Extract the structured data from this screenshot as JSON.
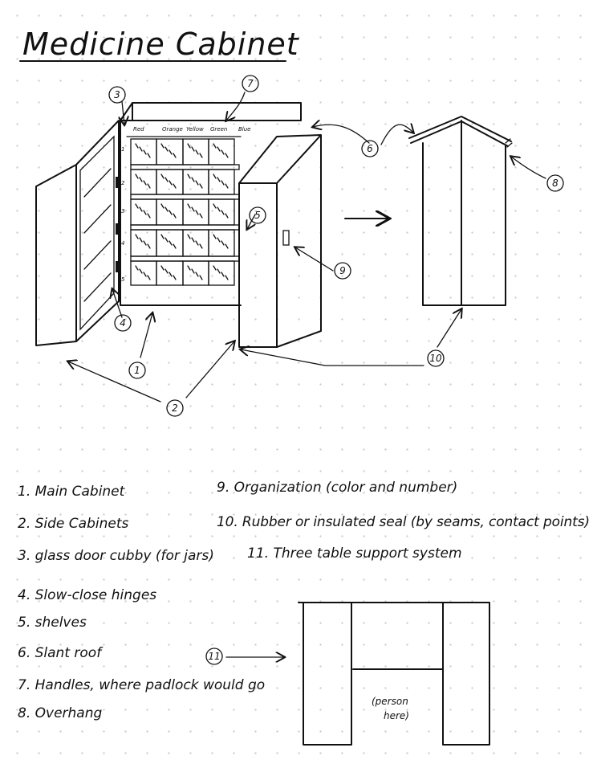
{
  "title": "Medicine Cabinet",
  "color_labels": [
    "Red",
    "Orange",
    "Yellow",
    "Green",
    "Blue"
  ],
  "row_numbers": [
    "1",
    "2",
    "3",
    "4",
    "5"
  ],
  "callouts": [
    "1",
    "2",
    "3",
    "4",
    "5",
    "6",
    "7",
    "8",
    "9",
    "10",
    "11"
  ],
  "legend": [
    "1. Main Cabinet",
    "2. Side Cabinets",
    "3. glass door cubby (for jars)",
    "4. Slow-close hinges",
    "5. shelves",
    "6. Slant roof",
    "7. Handles, where padlock would go",
    "8. Overhang",
    "9. Organization (color and number)",
    "10. Rubber or insulated seal (by seams, contact points)",
    "11. Three table support system"
  ],
  "person_note": "(person here)"
}
